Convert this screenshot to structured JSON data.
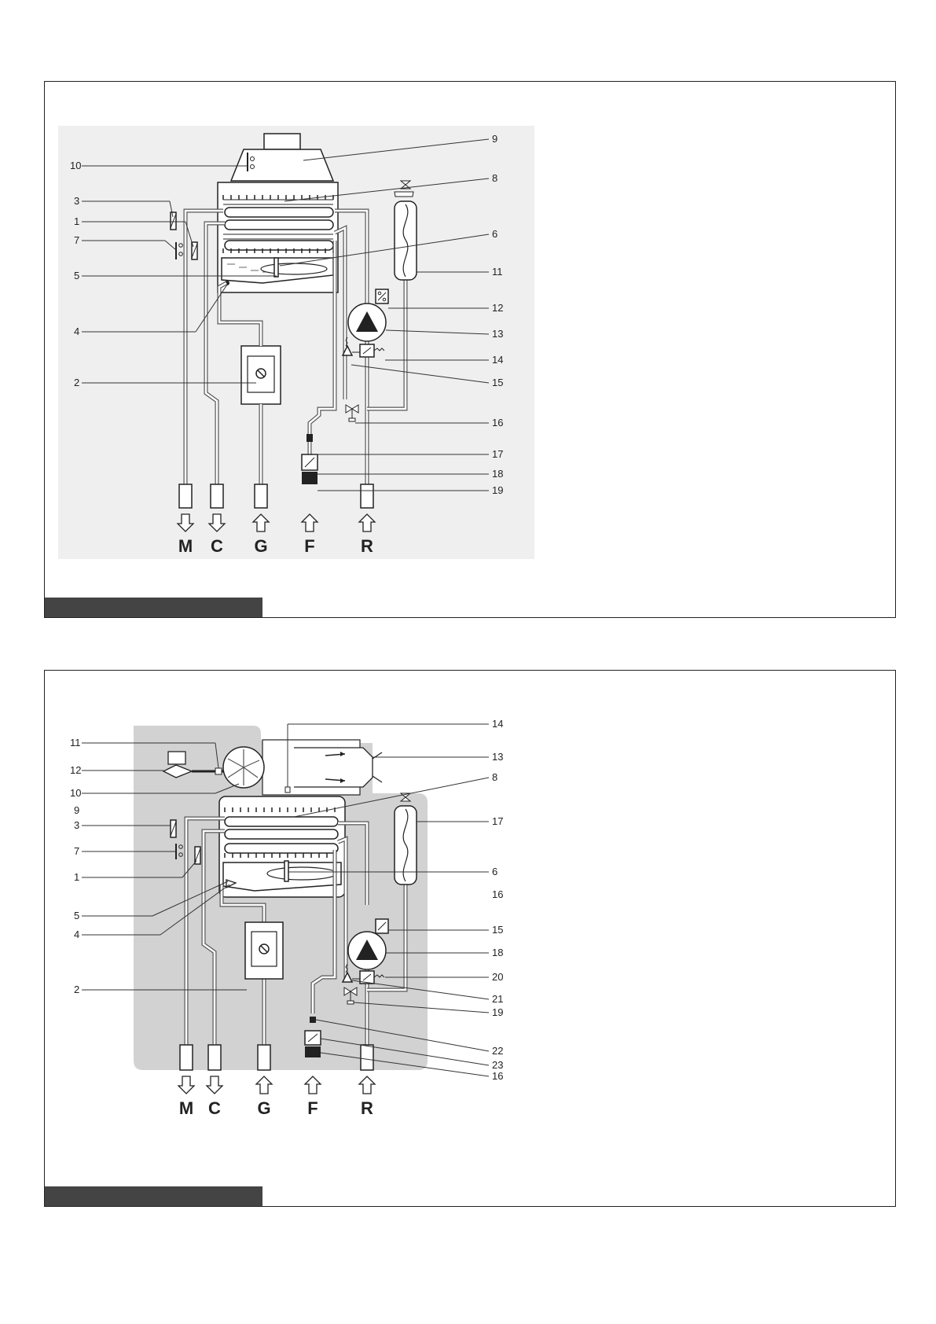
{
  "top_diagram": {
    "labels": [
      "1",
      "2",
      "3",
      "4",
      "5",
      "6",
      "7",
      "8",
      "9",
      "10",
      "11",
      "12",
      "13",
      "14",
      "15",
      "16",
      "17",
      "18",
      "19"
    ],
    "ports": [
      "M",
      "C",
      "G",
      "F",
      "R"
    ]
  },
  "bottom_diagram": {
    "labels": [
      "1",
      "2",
      "3",
      "4",
      "5",
      "6",
      "7",
      "8",
      "9",
      "10",
      "11",
      "12",
      "13",
      "14",
      "15",
      "16",
      "16",
      "17",
      "18",
      "19",
      "20",
      "21",
      "22",
      "23"
    ],
    "ports": [
      "M",
      "C",
      "G",
      "F",
      "R"
    ]
  },
  "colors": {
    "frame": "#222222",
    "caption_bar": "#444444",
    "diagram_bg": "#eeeeee",
    "housing": "#cfcfcf",
    "pipe": "#555555"
  }
}
